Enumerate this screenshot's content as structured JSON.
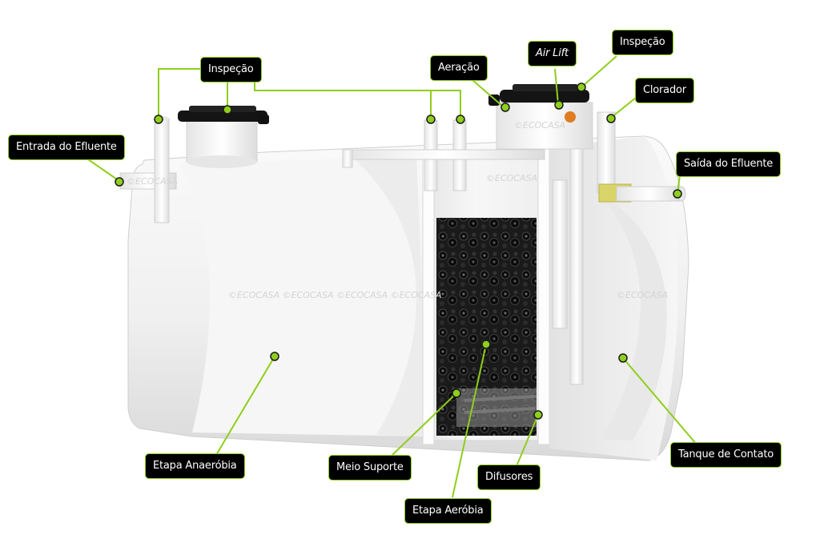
{
  "labels": {
    "inspecao_left": "Inspeção",
    "entrada_efluente": "Entrada do Efluente",
    "aeracao": "Aeração",
    "air_lift": "Air Lift",
    "inspecao_right": "Inspeção",
    "clorador": "Clorador",
    "saida_efluente": "Saída do Efluente",
    "etapa_anaerobia": "Etapa Anaeróbia",
    "meio_suporte": "Meio Suporte",
    "difusores": "Difusores",
    "etapa_aerobia": "Etapa Aeróbia",
    "tanque_contato": "Tanque de Contato"
  },
  "watermarks": {
    "anaerobic": "©ECOCASA ©ECOCASA ©ECOCASA ©ECOCASA",
    "inlet": "©ECOCASA",
    "top_box": "©ECOCASA",
    "aerobic": "©ECOCASA",
    "contact": "©ECOCASA"
  },
  "colors": {
    "accent": "#8fce1c",
    "label_bg": "#000000",
    "tank_body": "#f2f2f2",
    "chlorine": "#d9d46a",
    "valve": "#e07b22"
  }
}
